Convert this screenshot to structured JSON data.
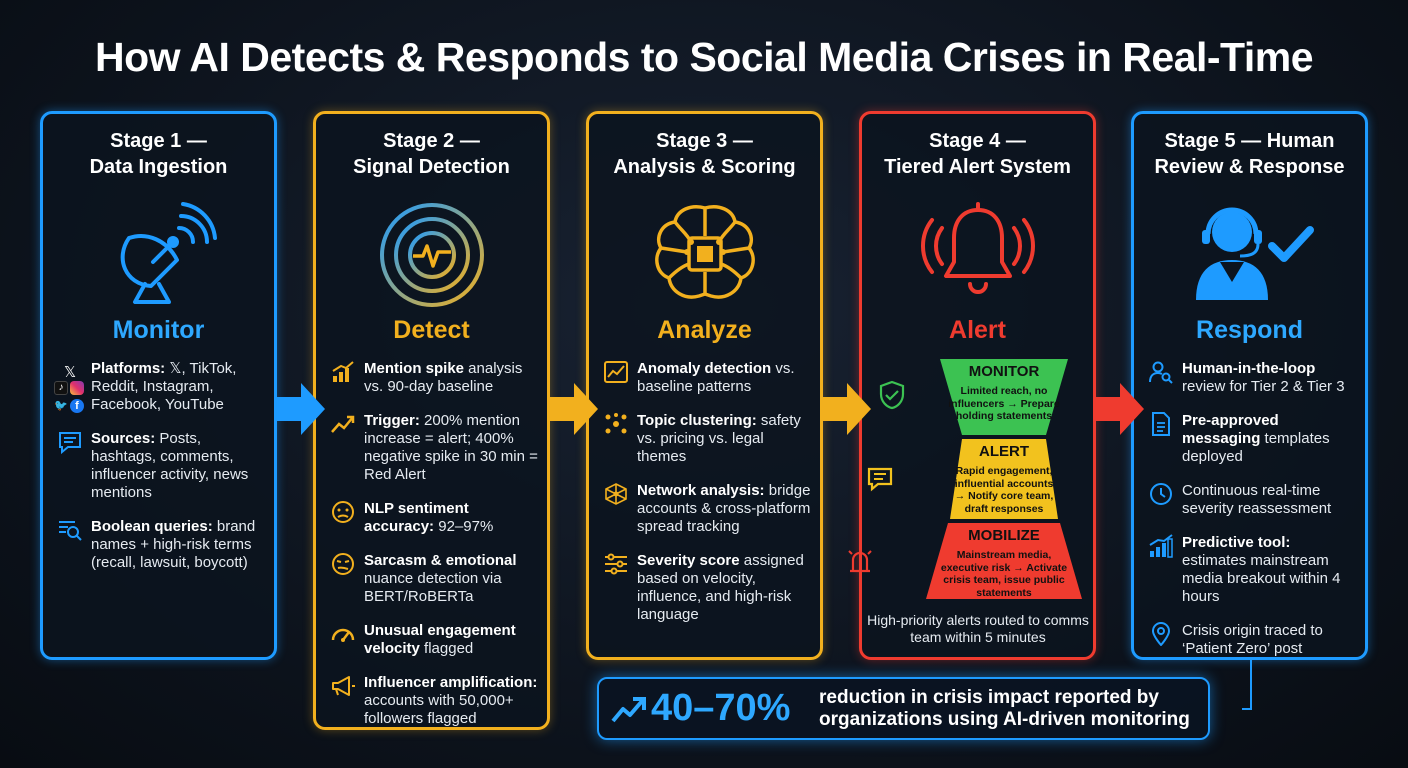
{
  "title": "How AI Detects & Responds to Social Media Crises in Real-Time",
  "colors": {
    "blue": "#1e9bff",
    "yellow": "#f2b01e",
    "red": "#ef3b2f",
    "green": "#3cc252"
  },
  "stages": [
    {
      "title_line1": "Stage 1 —",
      "title_line2": "Data Ingestion",
      "verb": "Monitor",
      "icon": "satellite-dish-icon",
      "items": [
        {
          "bold": "Platforms:",
          "text": " 𝕏, TikTok, Reddit, Instagram, Facebook, YouTube",
          "icon": "social-icons"
        },
        {
          "bold": "Sources:",
          "text": " Posts, hashtags, comments, influencer activity, news mentions",
          "icon": "chat-icon"
        },
        {
          "bold": "Boolean queries:",
          "text": " brand names + high-risk terms (recall, lawsuit, boycott)",
          "icon": "filter-search-icon"
        }
      ]
    },
    {
      "title_line1": "Stage 2 —",
      "title_line2": "Signal Detection",
      "verb": "Detect",
      "icon": "radar-icon",
      "items": [
        {
          "bold": "Mention spike",
          "text": " analysis vs. 90-day baseline",
          "icon": "bar-growth-icon"
        },
        {
          "bold": "Trigger:",
          "text": " 200% mention increase = alert; 400% negative spike in 30 min = Red Alert",
          "icon": "trend-up-icon"
        },
        {
          "bold": "NLP sentiment accuracy:",
          "text": " 92–97%",
          "icon": "neutral-face-icon"
        },
        {
          "bold": "Sarcasm & emotional",
          "text": " nuance detection via BERT/RoBERTa",
          "icon": "wry-face-icon"
        },
        {
          "bold": "Unusual engagement velocity",
          "text": " flagged",
          "icon": "gauge-icon"
        },
        {
          "bold": "Influencer amplification:",
          "text": " accounts with 50,000+ followers flagged",
          "icon": "megaphone-icon"
        }
      ]
    },
    {
      "title_line1": "Stage 3 —",
      "title_line2": "Analysis & Scoring",
      "verb": "Analyze",
      "icon": "brain-chip-icon",
      "items": [
        {
          "bold": "Anomaly detection",
          "text": " vs. baseline patterns",
          "icon": "chart-window-icon"
        },
        {
          "bold": "Topic clustering:",
          "text": " safety vs. pricing vs. legal themes",
          "icon": "cluster-icon"
        },
        {
          "bold": "Network analysis:",
          "text": " bridge accounts & cross-platform spread tracking",
          "icon": "network-icon"
        },
        {
          "bold": "Severity score",
          "text": " assigned based on velocity, influence, and high-risk language",
          "icon": "sliders-icon"
        }
      ]
    },
    {
      "title_line1": "Stage 4 —",
      "title_line2": "Tiered Alert System",
      "verb": "Alert",
      "icon": "bell-icon",
      "tiers": [
        {
          "label": "MONITOR",
          "desc": "Limited reach, no influencers → Prepare holding statements",
          "color": "#3cc252",
          "icon": "shield-check-icon"
        },
        {
          "label": "ALERT",
          "desc": "Rapid engagement, influential accounts → Notify core team, draft responses",
          "color": "#f2c21e",
          "icon": "message-alert-icon"
        },
        {
          "label": "MOBILIZE",
          "desc": "Mainstream media, executive risk → Activate crisis team, issue public statements",
          "color": "#ef3b2f",
          "icon": "siren-icon"
        }
      ],
      "note": "High-priority alerts routed to comms team within 5 minutes"
    },
    {
      "title_line1": "Stage 5 — Human",
      "title_line2": "Review & Response",
      "verb": "Respond",
      "icon": "agent-check-icon",
      "items": [
        {
          "bold": "Human-in-the-loop",
          "text": " review for Tier 2 & Tier 3",
          "icon": "user-search-icon"
        },
        {
          "bold": "Pre-approved messaging",
          "text": " templates deployed",
          "icon": "document-icon"
        },
        {
          "bold": "",
          "text": "Continuous real-time severity reassessment",
          "icon": "clock-icon"
        },
        {
          "bold": "Predictive tool:",
          "text": " estimates mainstream media breakout within 4 hours",
          "icon": "predict-chart-icon"
        },
        {
          "bold": "",
          "text": "Crisis origin traced to ‘Patient Zero’ post",
          "icon": "location-pin-icon"
        }
      ]
    }
  ],
  "stat": {
    "value": "40–70%",
    "text": "reduction in crisis impact reported by organizations using AI-driven monitoring"
  }
}
